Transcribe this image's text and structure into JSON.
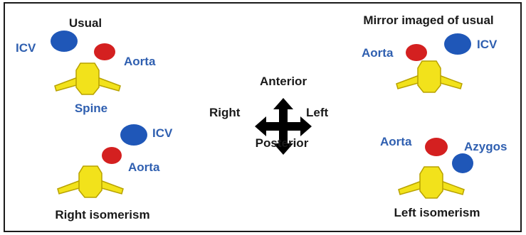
{
  "panels": {
    "usual": {
      "title": "Usual",
      "icv": "ICV",
      "aorta": "Aorta",
      "spine": "Spine"
    },
    "mirror": {
      "title": "Mirror imaged of usual",
      "aorta": "Aorta",
      "icv": "ICV"
    },
    "right_isomerism": {
      "title": "Right isomerism",
      "icv": "ICV",
      "aorta": "Aorta"
    },
    "left_isomerism": {
      "title": "Left isomerism",
      "aorta": "Aorta",
      "azygos": "Azygos"
    }
  },
  "compass": {
    "anterior": "Anterior",
    "posterior": "Posterior",
    "right": "Right",
    "left": "Left"
  },
  "colors": {
    "icv": "#1f57b8",
    "aorta": "#d42020",
    "azygos": "#1f57b8",
    "spine": "#f2e21b",
    "label_blue": "#2f5fb0",
    "label_black": "#1a1a1a",
    "frame": "#1a1a1a"
  }
}
